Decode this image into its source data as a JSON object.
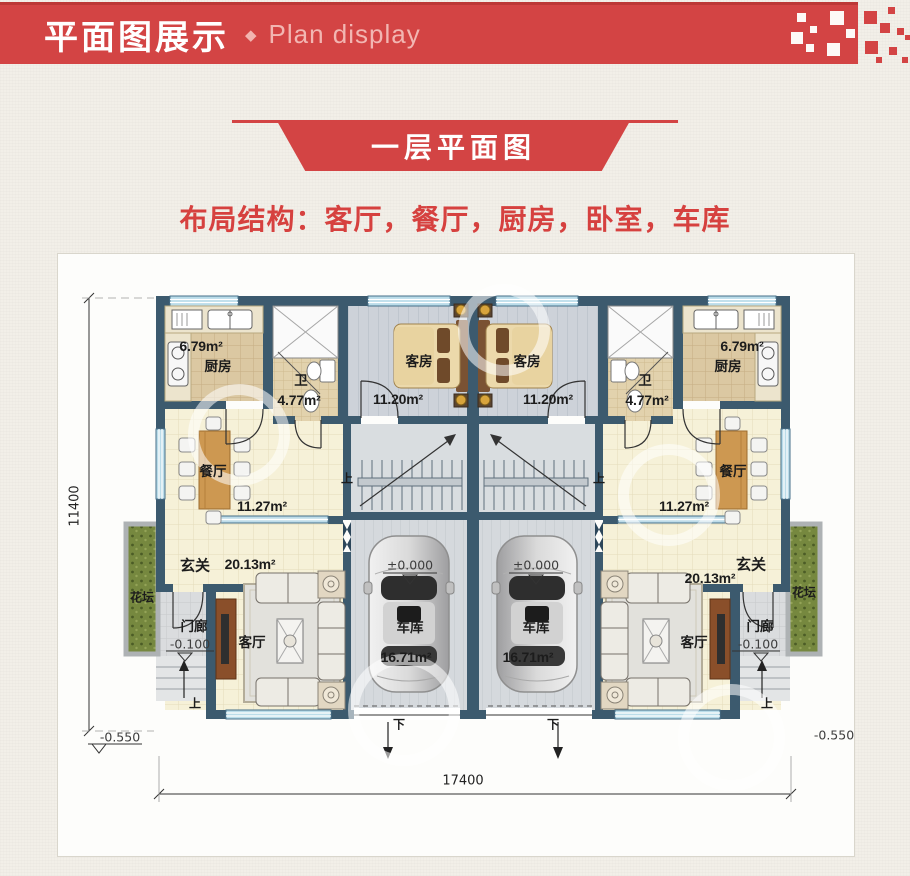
{
  "theme": {
    "accent_red": "#d34444",
    "wall_blue": "#3c5a6e",
    "window_blue": "#badce9",
    "floor_cream": "#f6f1d8"
  },
  "header": {
    "title": "平面图展示",
    "separator": "◆",
    "subtitle": "Plan display"
  },
  "banner": {
    "label": "一层平面图"
  },
  "description": {
    "text": "布局结构：客厅，餐厅，厨房，卧室，车库"
  },
  "plan": {
    "labels": {
      "kitchen": "厨房",
      "kitchen_area": "6.79m²",
      "bath": "卫",
      "bath_area": "4.77m²",
      "guest": "客房",
      "guest_area": "11.20m²",
      "dining": "餐厅",
      "dining_area": "11.27m²",
      "foyer": "玄关",
      "foyer_area": "20.13m²",
      "living": "客厅",
      "garage": "车库",
      "garage_area": "16.71m²",
      "garage_level": "±0.000",
      "porch": "门廊",
      "porch_level": "-0.100",
      "flowerbed": "花坛",
      "up": "上",
      "down": "下"
    },
    "dimensions": {
      "width": "17400",
      "height": "11400",
      "site_level": "-0.550"
    }
  }
}
